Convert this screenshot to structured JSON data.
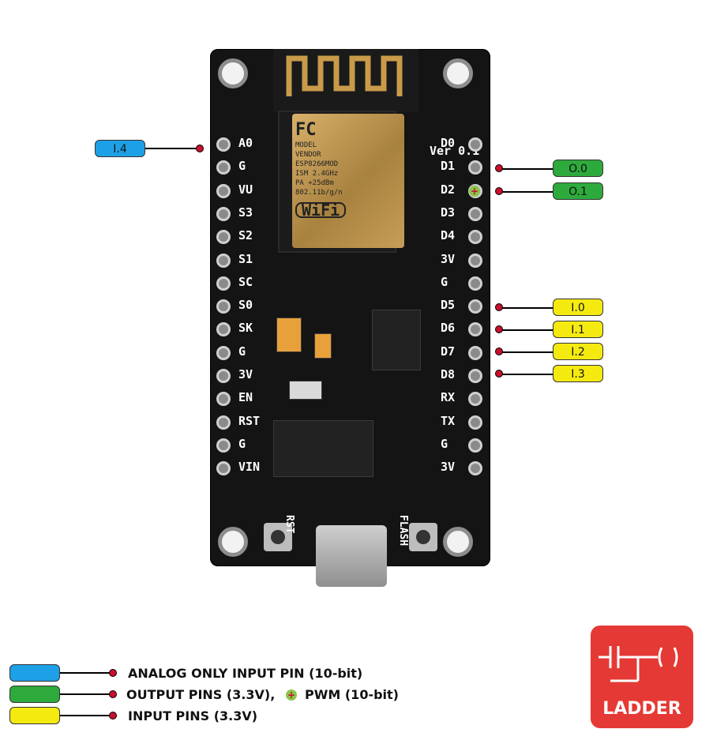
{
  "board": {
    "version_label": "Ver 0.1",
    "module_text": [
      "MODEL",
      "VENDOR",
      "ISM 2.4GHz",
      "PA +25dBm",
      "802.11b/g/n",
      "ESP8266MOD",
      "FC",
      "WiFi"
    ],
    "left_pins": [
      "A0",
      "G",
      "VU",
      "S3",
      "S2",
      "S1",
      "SC",
      "S0",
      "SK",
      "G",
      "3V",
      "EN",
      "RST",
      "G",
      "VIN"
    ],
    "right_pins": [
      "D0",
      "D1",
      "D2",
      "D3",
      "D4",
      "3V",
      "G",
      "D5",
      "D6",
      "D7",
      "D8",
      "RX",
      "TX",
      "G",
      "3V"
    ],
    "rst_label": "RST",
    "flash_label": "FLASH"
  },
  "tags": {
    "a0": "I.4",
    "d1": "O.0",
    "d2": "O.1",
    "d5": "I.0",
    "d6": "I.1",
    "d7": "I.2",
    "d8": "I.3"
  },
  "pwm_symbol": "+",
  "legend": {
    "analog": "ANALOG ONLY INPUT PIN (10-bit)",
    "output": "OUTPUT PINS (3.3V),",
    "pwm": "PWM (10-bit)",
    "input": "INPUT PINS (3.3V)"
  },
  "logo": {
    "text": "LADDER"
  },
  "colors": {
    "analog": "#1ea0e6",
    "output": "#2eaa3c",
    "input": "#f5ea10",
    "logo": "#e53935"
  }
}
